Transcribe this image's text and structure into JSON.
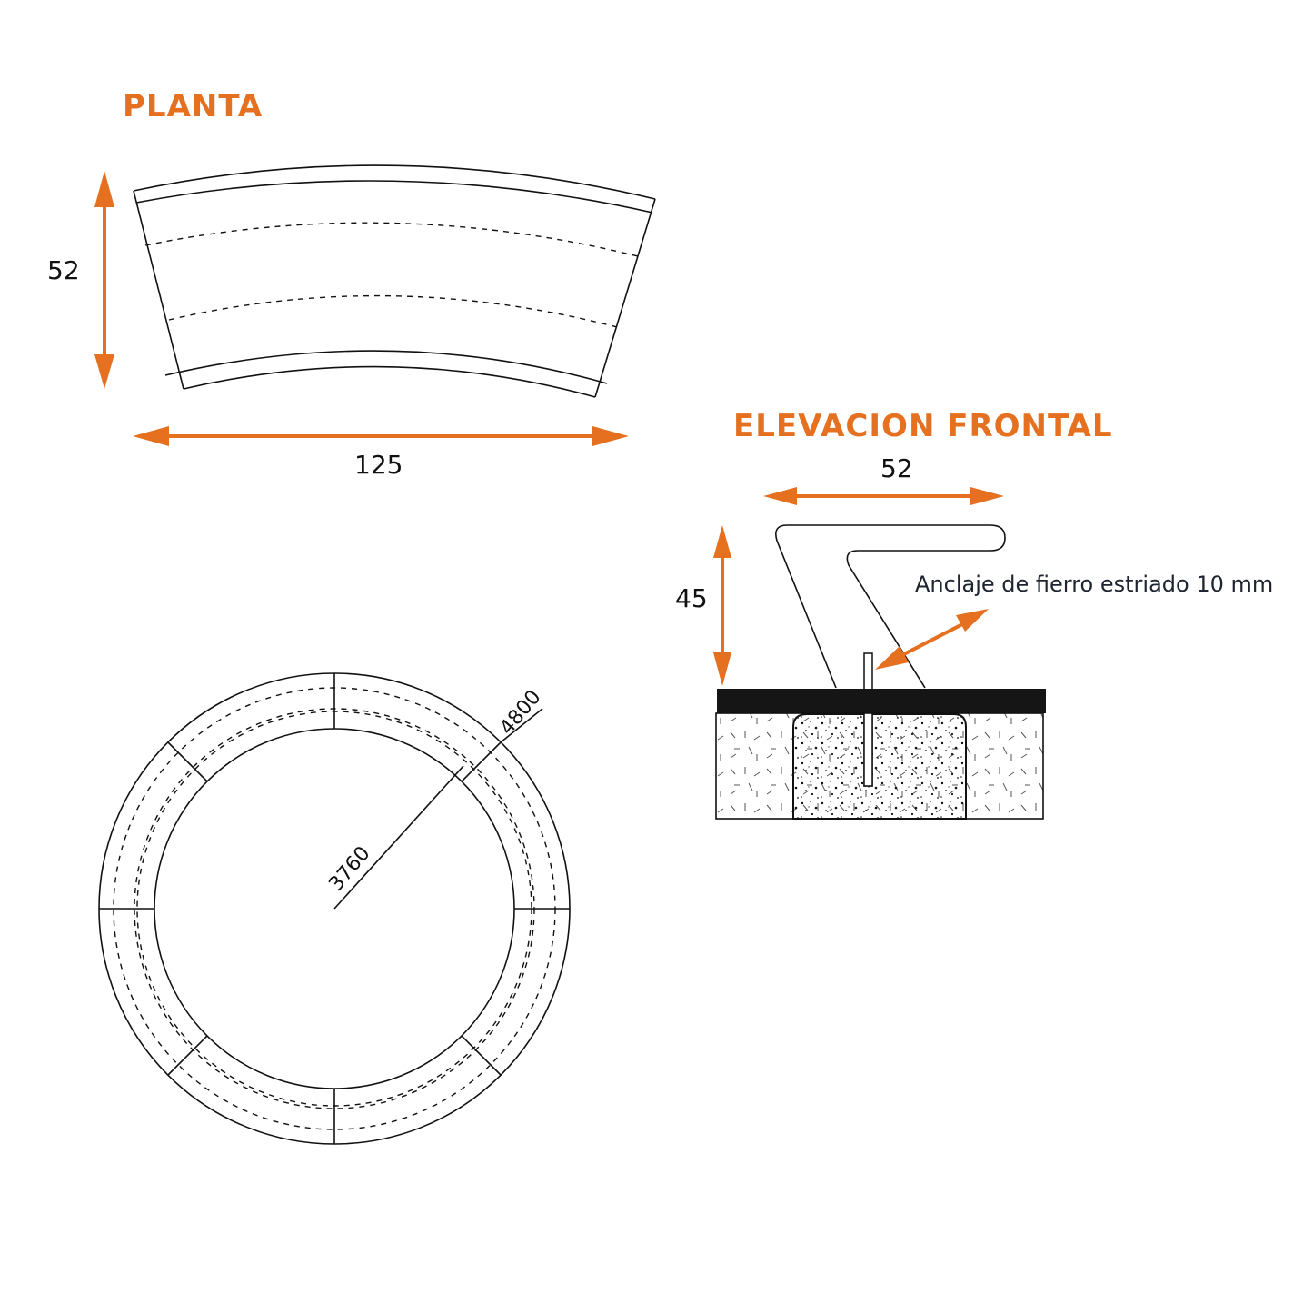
{
  "colors": {
    "accent": "#e5701f",
    "line": "#111111",
    "slab": "#151515"
  },
  "planta": {
    "title": "PLANTA",
    "width_label": "125",
    "depth_label": "52"
  },
  "elevacion": {
    "title": "ELEVACION FRONTAL",
    "width_label": "52",
    "height_label": "45",
    "anchor_note": "Anclaje de fierro estriado 10 mm"
  },
  "ring": {
    "inner_diameter_label": "3760",
    "outer_diameter_label": "4800",
    "segments": 8
  }
}
